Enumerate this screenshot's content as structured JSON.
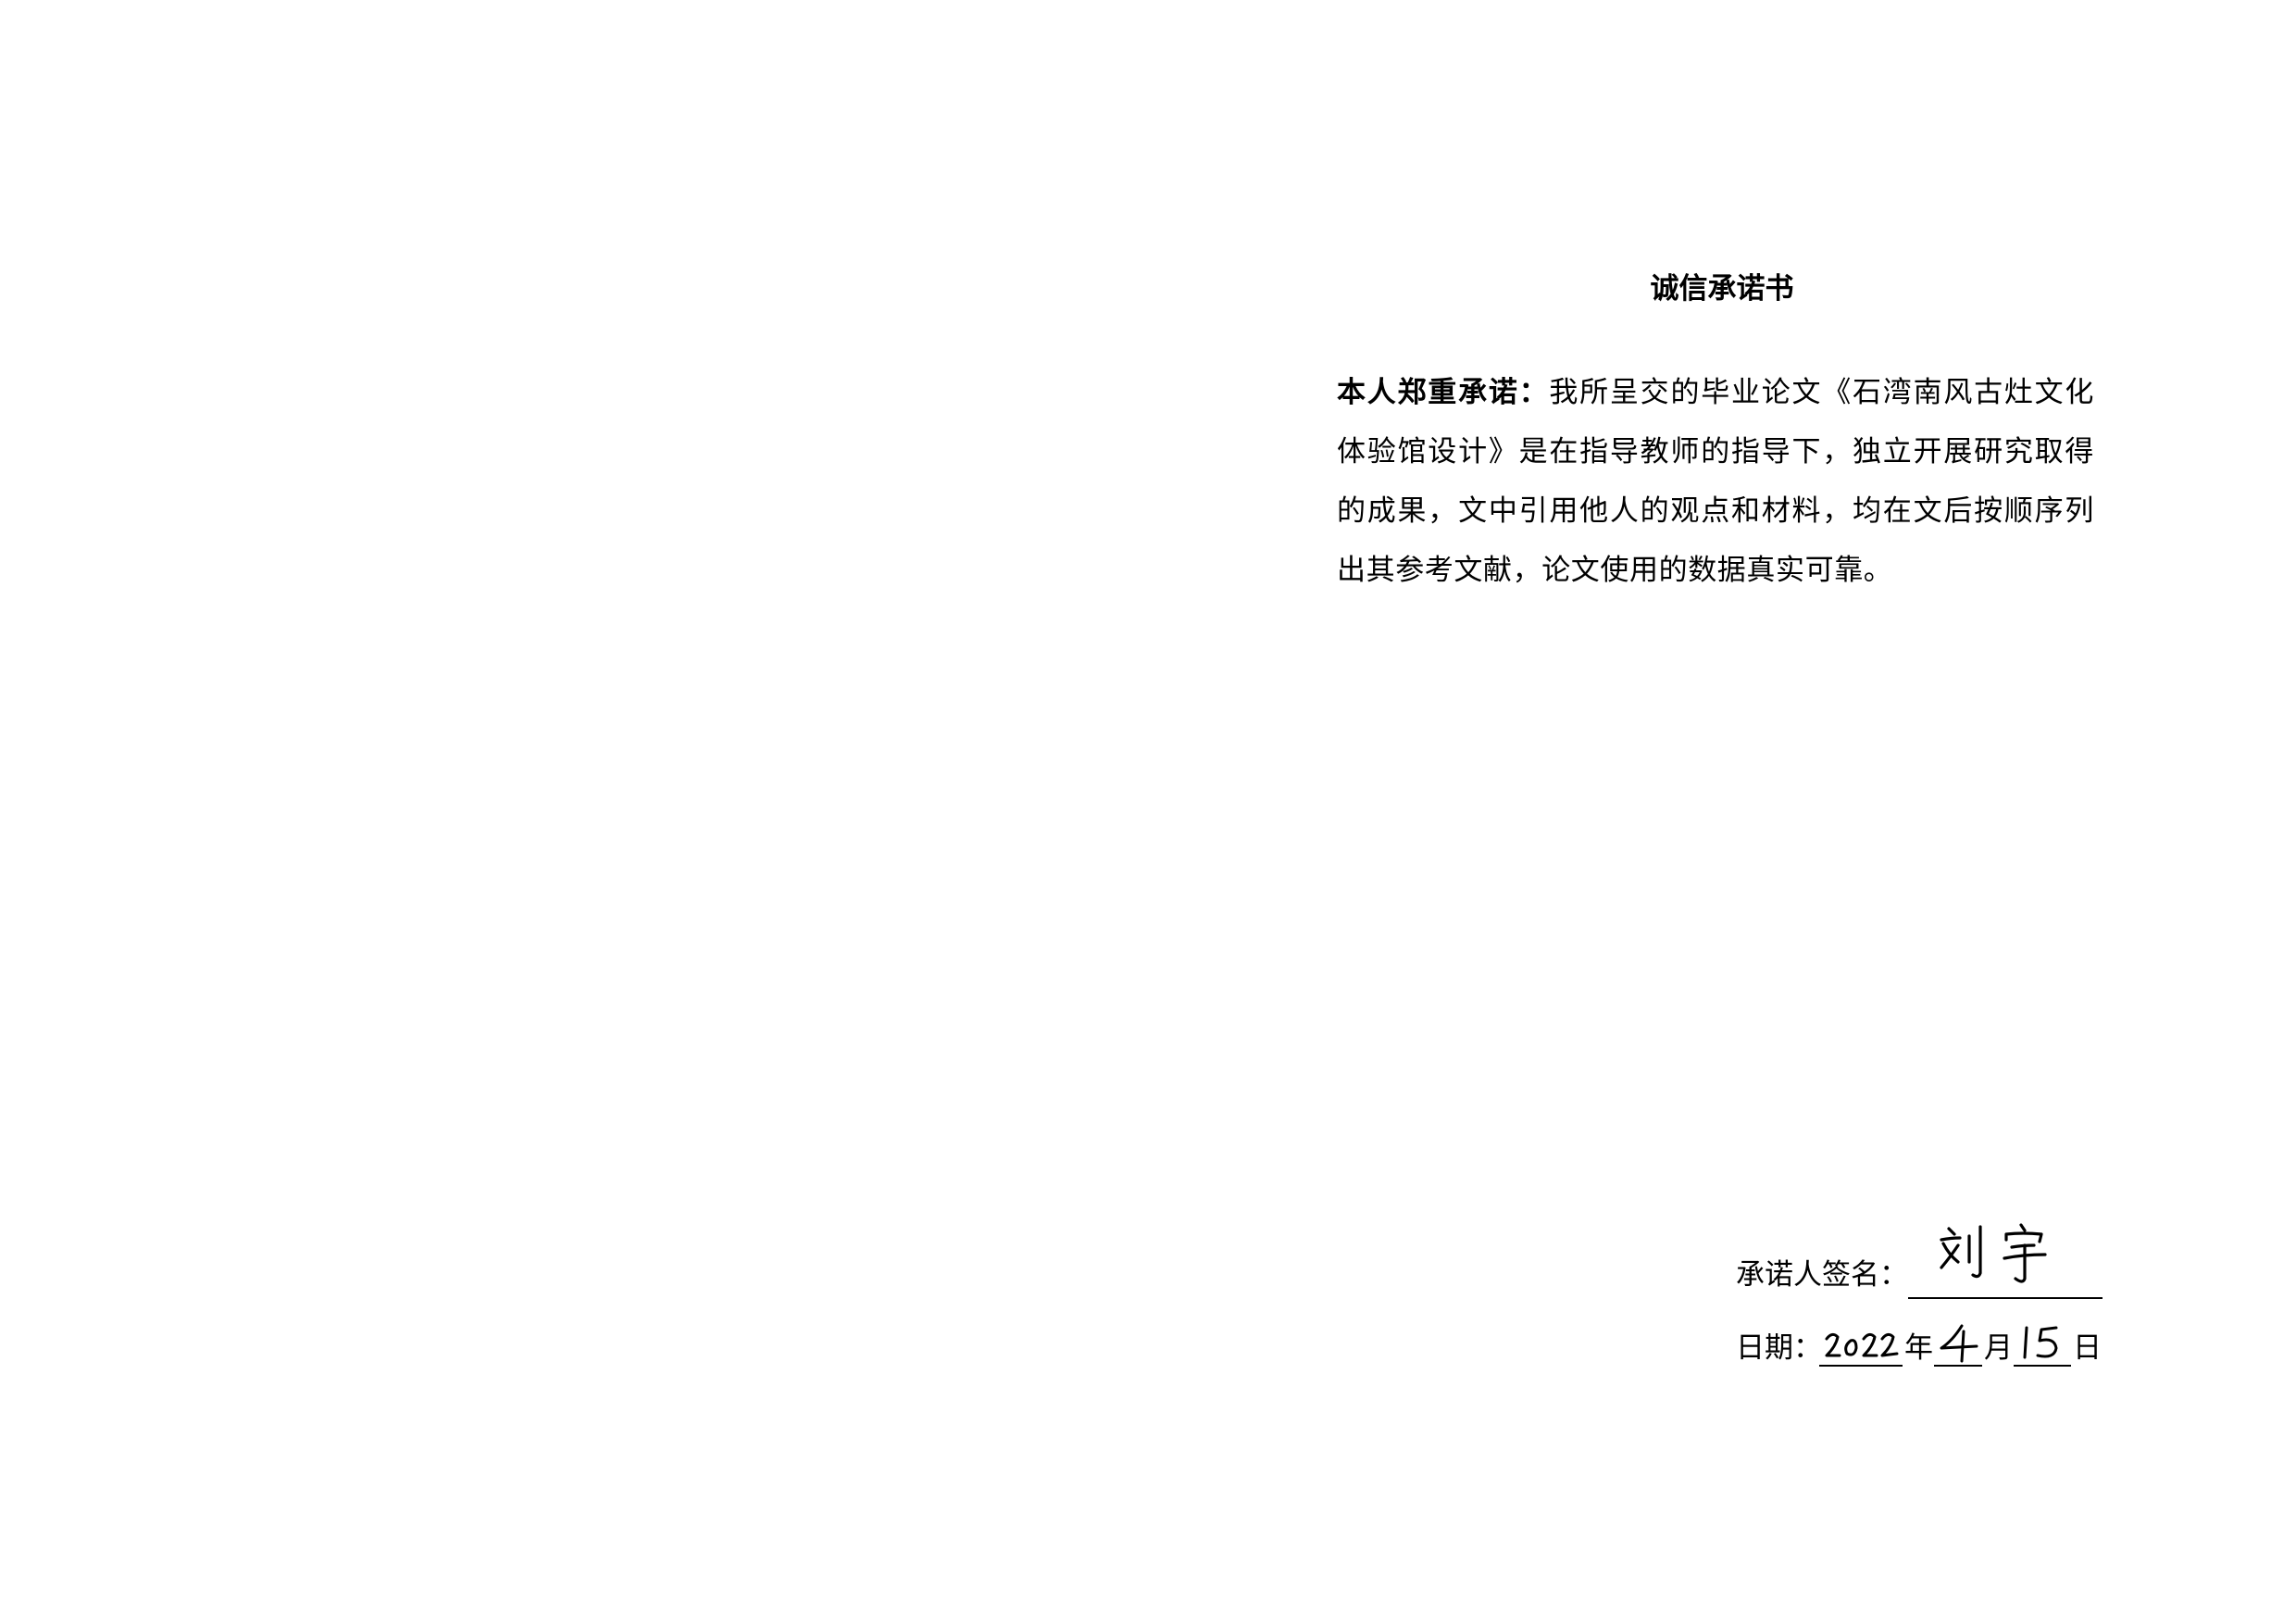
{
  "document": {
    "title": "诚信承诺书",
    "pledge_lead": "本人郑重承诺：",
    "pledge_body": "我所呈交的毕业论文《石湾南风古灶文化体验馆设计》是在指导教师的指导下，独立开展研究取得的成果，文中引用他人的观点和材料，均在文后按顺序列出其参考文献，论文使用的数据真实可靠。"
  },
  "signature": {
    "label": "承诺人签名：",
    "handwritten_name": "刘宇"
  },
  "date": {
    "label": "日期：",
    "year_handwritten": "2022",
    "year_unit": "年",
    "month_handwritten": "4",
    "month_unit": "月",
    "day_handwritten": "15",
    "day_unit": "日"
  },
  "colors": {
    "ink": "#000000",
    "background": "#ffffff"
  }
}
